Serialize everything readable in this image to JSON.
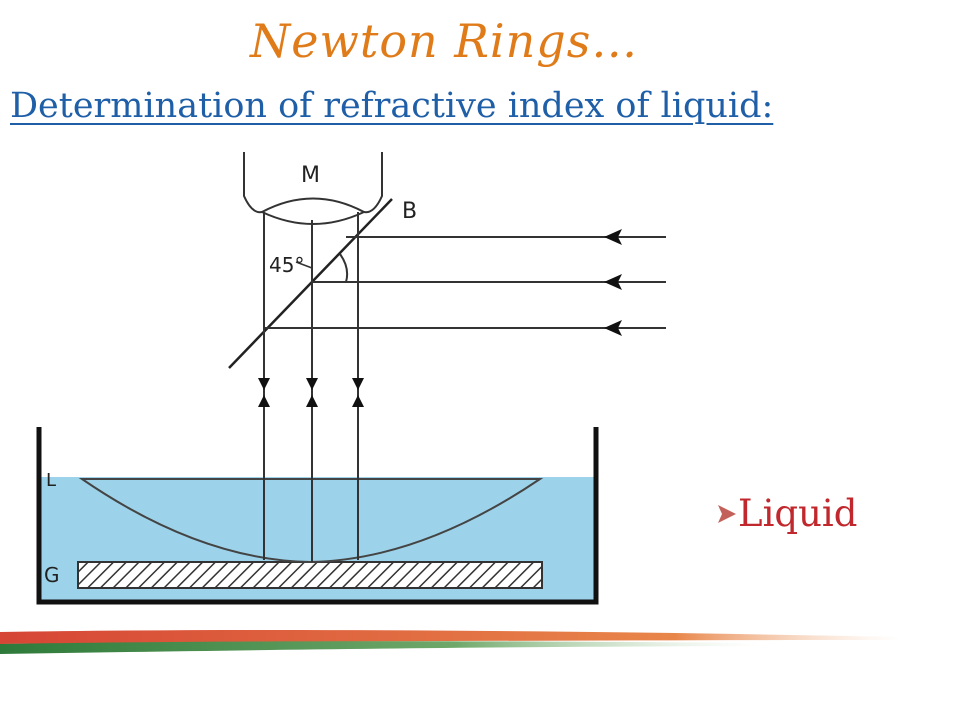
{
  "slide": {
    "title": "Newton Rings…",
    "subtitle": "Determination of refractive index of liquid:"
  },
  "diagram": {
    "labels": {
      "microscope": "M",
      "beam_splitter": "B",
      "angle": "45°",
      "lens": "L",
      "glass_plate": "G"
    }
  },
  "callout": {
    "text": "Liquid"
  },
  "colors": {
    "title": "#E07B1A",
    "subtitle": "#1F5FA8",
    "callout_text": "#C0282D",
    "liquid": "#9DD3EA",
    "callout_arrow": "#B04A45"
  }
}
